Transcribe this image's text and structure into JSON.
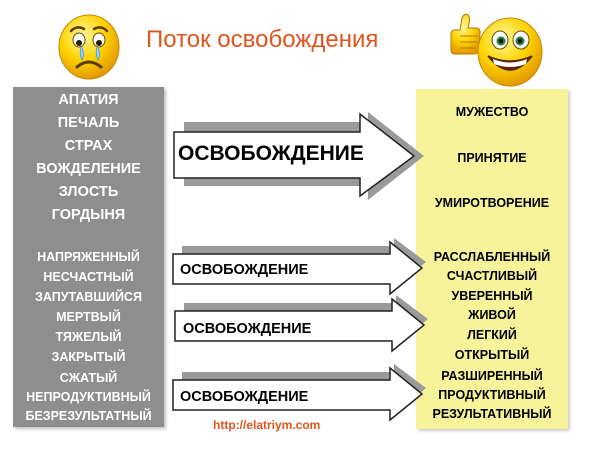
{
  "title": "Поток освобождения",
  "left_column": {
    "big_words": [
      "АПАТИЯ",
      "ПЕЧАЛЬ",
      "СТРАХ",
      "ВОЖДЕЛЕНИЕ",
      "ЗЛОСТЬ",
      "ГОРДЫНЯ"
    ],
    "small_words": [
      "НАПРЯЖЕННЫЙ",
      "НЕСЧАСТНЫЙ",
      "ЗАПУТАВШИЙСЯ",
      "МЕРТВЫЙ",
      "ТЯЖЕЛЫЙ",
      "ЗАКРЫТЫЙ",
      "СЖАТЫЙ",
      "НЕПРОДУКТИВНЫЙ",
      "БЕЗРЕЗУЛЬТАТНЫЙ"
    ]
  },
  "right_column": {
    "big_words": [
      "МУЖЕСТВО",
      "ПРИНЯТИЕ",
      "УМИРОТВОРЕНИЕ"
    ],
    "small_words": [
      "РАССЛАБЛЕННЫЙ",
      "СЧАСТЛИВЫЙ",
      "УВЕРЕННЫЙ",
      "ЖИВОЙ",
      "ЛЕГКИЙ",
      "ОТКРЫТЫЙ",
      "РАЗШИРЕННЫЙ",
      "ПРОДУКТИВНЫЙ",
      "РЕЗУЛЬТАТИВНЫЙ"
    ]
  },
  "arrows": [
    {
      "label": "ОСВОБОЖДЕНИЕ"
    },
    {
      "label": "ОСВОБОЖДЕНИЕ"
    },
    {
      "label": "ОСВОБОЖДЕНИЕ"
    },
    {
      "label": "ОСВОБОЖДЕНИЕ"
    }
  ],
  "url": "http://elatriym.com",
  "colors": {
    "title": "#e0541d",
    "left_panel": "#8e8e8e",
    "right_panel": "#f7f39b",
    "arrow_shadow": "#9a9a9a",
    "smiley_yellow": "#ffd400"
  },
  "icons": [
    "sad-face-icon",
    "happy-thumbs-up-face-icon"
  ]
}
